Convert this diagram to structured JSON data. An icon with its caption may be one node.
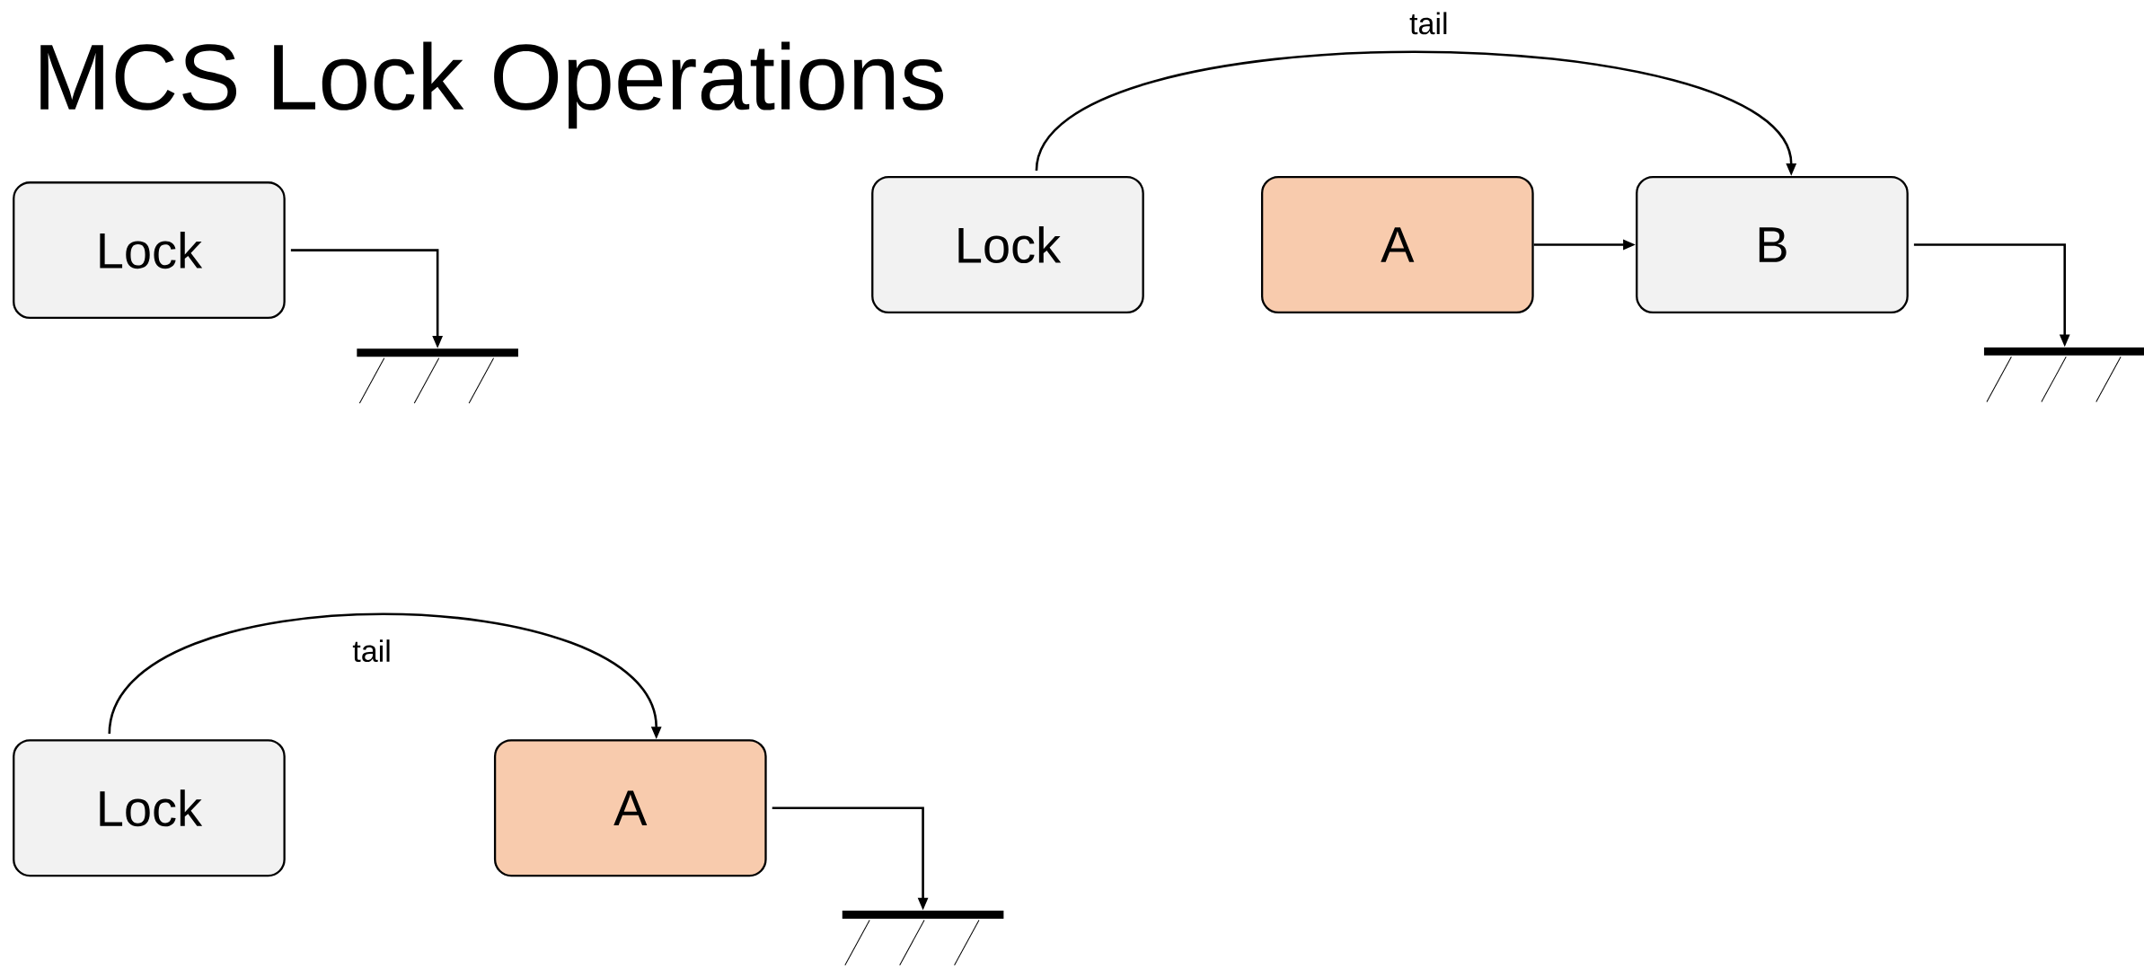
{
  "diagram": {
    "title": "MCS Lock Operations",
    "nodes": [
      {
        "text": [
          "Lock"
        ]
      },
      {
        "text": [],
        "shape": "ground"
      },
      {
        "text": [
          "Lock"
        ]
      },
      {
        "text": [
          "A"
        ]
      },
      {
        "text": [
          "B"
        ]
      },
      {
        "text": [],
        "shape": "ground"
      },
      {
        "text": [
          "Lock"
        ]
      },
      {
        "text": [
          "A"
        ]
      },
      {
        "text": [],
        "shape": "ground"
      }
    ],
    "edges": [
      {
        "from": 0,
        "to": 1,
        "arrow": "to"
      },
      {
        "from": 2,
        "to": 4,
        "arrow": "to",
        "label": "tail"
      },
      {
        "from": 3,
        "to": 4,
        "arrow": "to"
      },
      {
        "from": 4,
        "to": 5,
        "arrow": "to"
      },
      {
        "from": 6,
        "to": 7,
        "arrow": "to",
        "label": "tail"
      },
      {
        "from": 7,
        "to": 8,
        "arrow": "to"
      }
    ]
  }
}
